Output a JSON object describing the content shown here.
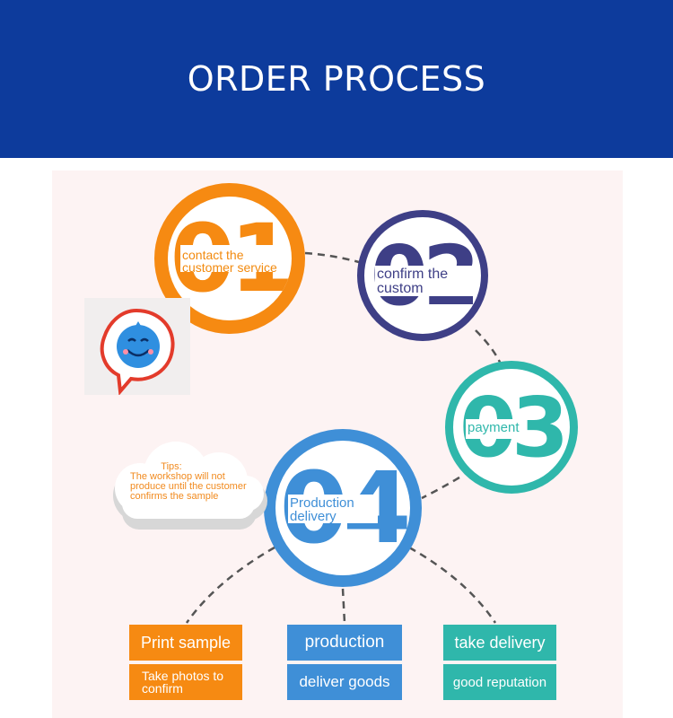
{
  "header": {
    "title": "ORDER PROCESS",
    "bg_color": "#0d3b9c"
  },
  "steps": [
    {
      "number": "01",
      "label": "contact the\ncustomer service",
      "color": "#f68a12"
    },
    {
      "number": "02",
      "label": "confirm the\ncustom",
      "color": "#3e3f86"
    },
    {
      "number": "03",
      "label": "payment",
      "color": "#2fb7ab"
    },
    {
      "number": "04",
      "label": "Production\ndelivery",
      "color": "#3f8fd7"
    }
  ],
  "tips": {
    "title": "Tips:",
    "text": "The workshop will not produce until the customer confirms the sample"
  },
  "mascot": {
    "icon": "smiling-water-drop-icon"
  },
  "actions": {
    "left": {
      "top": "Print sample",
      "bottom": "Take photos to\nconfirm",
      "color": "#f68a12"
    },
    "middle": {
      "top": "production",
      "bottom": "deliver goods",
      "color": "#3f8fd7"
    },
    "right": {
      "top": "take delivery",
      "bottom": "good reputation",
      "color": "#2fb7ab"
    }
  }
}
